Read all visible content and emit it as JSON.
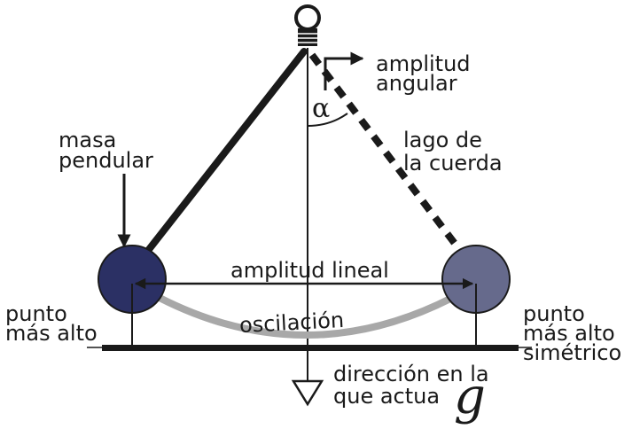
{
  "labels": {
    "amplitud_angular": [
      "amplitud",
      "angular"
    ],
    "alpha": "α",
    "lago_cuerda": [
      "lago de",
      "la cuerda"
    ],
    "masa_pendular": [
      "masa",
      "pendular"
    ],
    "amplitud_lineal": "amplitud lineal",
    "oscilacion": "oscilación",
    "punto_izq": [
      "punto",
      "más alto"
    ],
    "punto_der": [
      "punto",
      "más alto",
      "simétrico"
    ],
    "direccion": [
      "dirección en la",
      "que actua"
    ],
    "g": "g"
  },
  "colors": {
    "ink": "#1a1a1a",
    "mass_left": "#2b3064",
    "mass_right": "#666a8c",
    "arc": "#a8a8a8"
  }
}
